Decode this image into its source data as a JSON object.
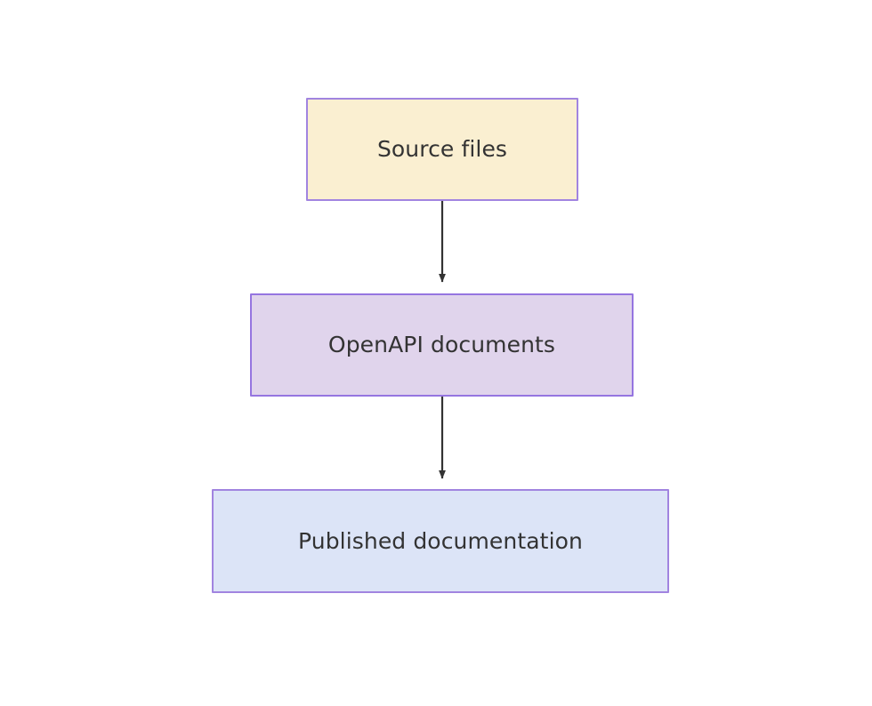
{
  "diagram": {
    "type": "flowchart",
    "direction": "top-to-bottom",
    "background_color": "#ffffff",
    "nodes": [
      {
        "id": "source-files",
        "label": "Source files",
        "shape": "rectangle",
        "fill_color": "#faefd1",
        "border_color": "#a184e0",
        "text_color": "#333333"
      },
      {
        "id": "openapi-documents",
        "label": "OpenAPI documents",
        "shape": "rectangle",
        "fill_color": "#e0d4ec",
        "border_color": "#9575e0",
        "text_color": "#333333"
      },
      {
        "id": "published-documentation",
        "label": "Published documentation",
        "shape": "rectangle",
        "fill_color": "#dce4f7",
        "border_color": "#a184e0",
        "text_color": "#333333"
      }
    ],
    "edges": [
      {
        "id": "edge-source-to-openapi",
        "from": "source-files",
        "to": "openapi-documents",
        "label": "",
        "style": "solid",
        "arrowhead": "filled-triangle",
        "color": "#333333"
      },
      {
        "id": "edge-openapi-to-published",
        "from": "openapi-documents",
        "to": "published-documentation",
        "label": "",
        "style": "solid",
        "arrowhead": "filled-triangle",
        "color": "#333333"
      }
    ]
  }
}
